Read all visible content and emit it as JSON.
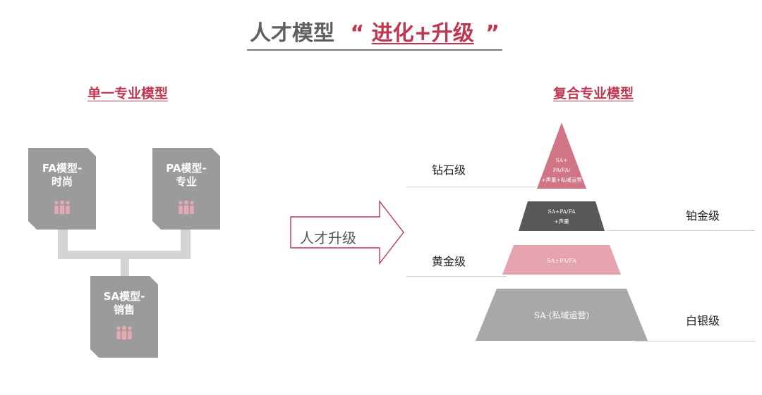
{
  "title": {
    "prefix": "人才模型",
    "open_quote": "“",
    "highlight": "进化+升级",
    "close_quote": "”"
  },
  "left": {
    "heading": "单一专业模型",
    "cards": [
      {
        "line1": "FA模型-",
        "line2": "时尚"
      },
      {
        "line1": "PA模型-",
        "line2": "专业"
      },
      {
        "line1": "SA模型-",
        "line2": "销售"
      }
    ],
    "icon": "people-group-icon"
  },
  "arrow": {
    "label": "人才升级"
  },
  "right": {
    "heading": "复合专业模型",
    "tiers": [
      {
        "label": "钻石级",
        "text_lines": [
          "SA+",
          "PA/FA/",
          "+声量+私域运营"
        ]
      },
      {
        "label": "铂金级",
        "text_lines": [
          "SA+PA/FA",
          "+声量"
        ]
      },
      {
        "label": "黄金级",
        "text_lines": [
          "SA+PA/FA"
        ]
      },
      {
        "label": "白银级",
        "text_lines": [
          "SA-(私域运营)"
        ]
      }
    ]
  },
  "colors": {
    "accent": "#c0354f",
    "card_gray": "#9b9b9b",
    "connector_gray": "#d4d4d4",
    "tier_diamond": "#d07585",
    "tier_platinum": "#585858",
    "tier_gold": "#e4a3ae",
    "tier_silver": "#a8a8a8"
  }
}
